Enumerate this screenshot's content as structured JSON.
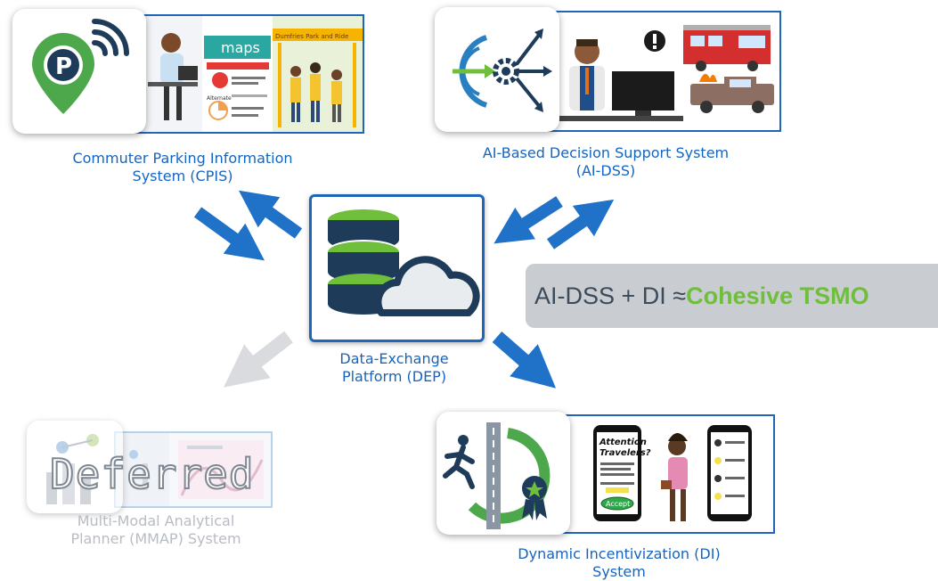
{
  "nodes": {
    "cpis": {
      "label_lines": [
        "Commuter Parking Information",
        "System (CPIS)"
      ],
      "screens": {
        "app_name": "maps",
        "sign_title": "Dumfries Park and Ride",
        "alternate_label": "Alternate"
      }
    },
    "ai_dss": {
      "label_lines": [
        "AI-Based Decision Support System",
        "(AI-DSS)"
      ]
    },
    "dep": {
      "label_lines": [
        "Data-Exchange",
        "Platform (DEP)"
      ]
    },
    "mmap": {
      "label_lines": [
        "Multi-Modal Analytical",
        "Planner (MMAP) System"
      ],
      "stamp": "Deferred"
    },
    "di": {
      "label_lines": [
        "Dynamic Incentivization (DI)",
        "System"
      ],
      "phone_heading_lines": [
        "Attention",
        "Travelers?"
      ],
      "phone_button": "Accept"
    }
  },
  "tagline": {
    "prefix": "AI-DSS + DI ≈ ",
    "highlight": "Cohesive TSMO"
  },
  "colors": {
    "primary_blue": "#1f66b8",
    "arrow_blue": "#1f72c8",
    "deferred_grey": "#d9dbde",
    "highlight_green": "#6fbf3c"
  },
  "icons": [
    "parking-pin-icon",
    "wifi-signal-icon",
    "ai-gear-brain-icon",
    "alert-icon",
    "database-cloud-icon",
    "runner-road-ribbon-icon"
  ]
}
